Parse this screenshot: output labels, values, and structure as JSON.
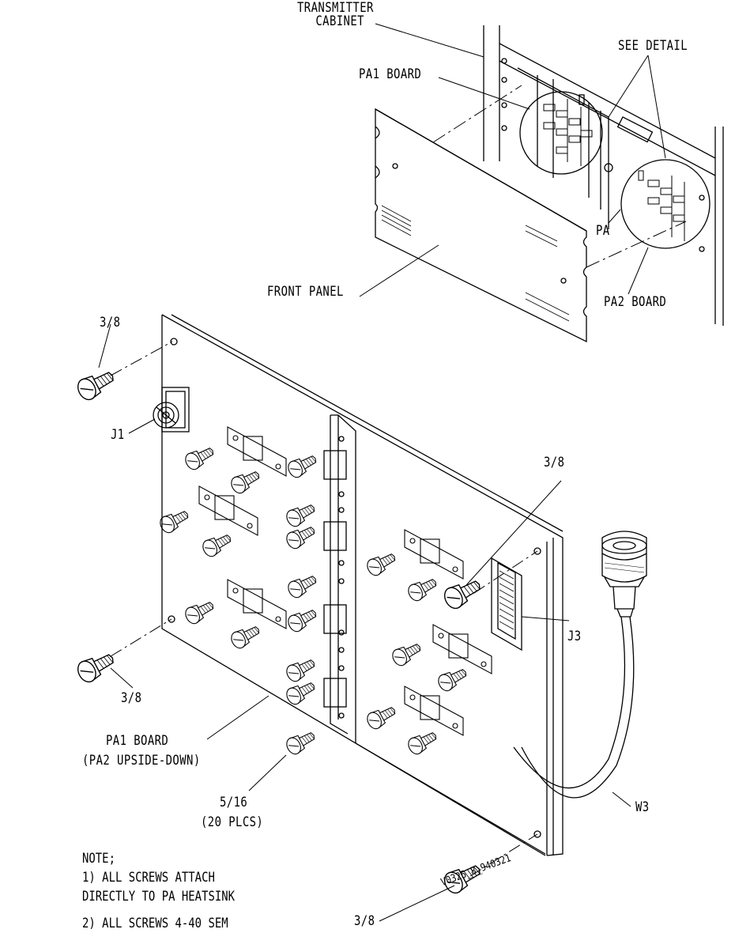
{
  "labels": {
    "transmitter_cabinet": "TRANSMITTER\nCABINET",
    "see_detail": "SEE DETAIL",
    "pa1_board_top": "PA1 BOARD",
    "pa": "PA",
    "front_panel": "FRONT PANEL",
    "pa2_board": "PA2 BOARD",
    "j1": "J1",
    "j3": "J3",
    "w3": "W3",
    "screw_3_8": "3/8",
    "screw_5_16": "5/16",
    "screw_5_16_count": "(20 PLCS)",
    "pa1_board_bottom": "PA1 BOARD",
    "pa1_board_bottom_sub": "(PA2 UPSIDE-DOWN)",
    "drawing_number": "V0325_8_940321"
  },
  "note": {
    "title": "NOTE;",
    "line1": "1)  ALL SCREWS ATTACH",
    "line2": "DIRECTLY TO PA HEATSINK",
    "line3": "2) ALL SCREWS 4-40 SEM"
  },
  "colors": {
    "ink": "#000000",
    "paper": "#ffffff"
  }
}
